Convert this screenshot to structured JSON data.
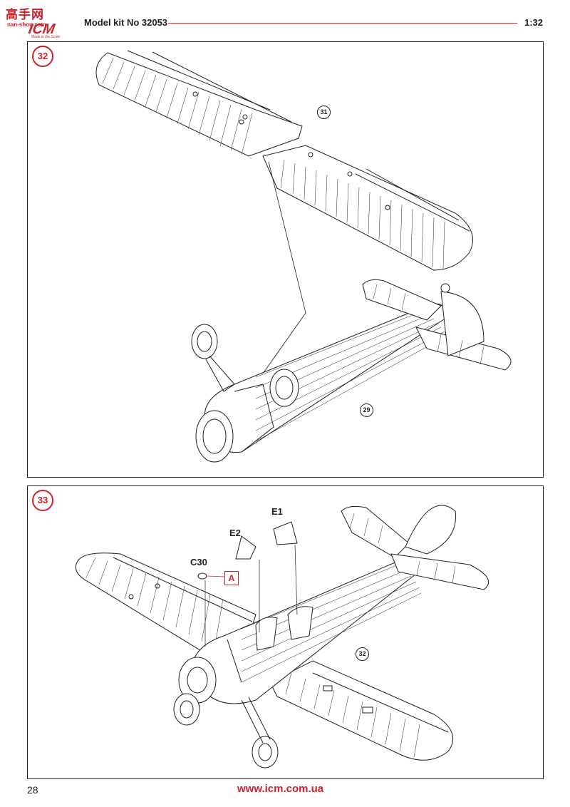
{
  "header": {
    "logo_cn": "高手网",
    "logo_site": "nan-shou.com",
    "logo_brand": "ICM",
    "logo_tag": "Made in the Scale",
    "model_label": "Model kit No 32053",
    "scale": "1:32"
  },
  "steps": [
    {
      "number": "32",
      "refs": [
        "31",
        "29"
      ]
    },
    {
      "number": "33",
      "parts": [
        "E1",
        "E2",
        "C30"
      ],
      "callout": "A",
      "refs": [
        "32"
      ]
    }
  ],
  "footer": {
    "page_number": "28",
    "url": "www.icm.com.ua"
  },
  "colors": {
    "accent": "#cc2229",
    "line": "#231f20"
  }
}
